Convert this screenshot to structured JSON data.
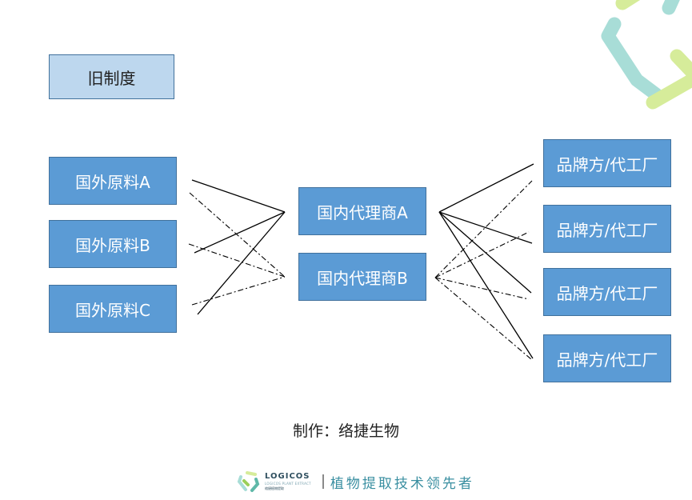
{
  "legend": {
    "label": "旧制度"
  },
  "suppliers": [
    {
      "label": "国外原料A"
    },
    {
      "label": "国外原料B"
    },
    {
      "label": "国外原料C"
    }
  ],
  "agents": [
    {
      "label": "国内代理商A"
    },
    {
      "label": "国内代理商B"
    }
  ],
  "brands": [
    {
      "label": "品牌方/代工厂"
    },
    {
      "label": "品牌方/代工厂"
    },
    {
      "label": "品牌方/代工厂"
    },
    {
      "label": "品牌方/代工厂"
    }
  ],
  "connections": {
    "solid": [
      [
        "国外原料A",
        "国内代理商A"
      ],
      [
        "国外原料B",
        "国内代理商A"
      ],
      [
        "国外原料C",
        "国内代理商A"
      ],
      [
        "国内代理商A",
        "品牌方/代工厂 1"
      ],
      [
        "国内代理商A",
        "品牌方/代工厂 2"
      ],
      [
        "国内代理商A",
        "品牌方/代工厂 3"
      ],
      [
        "国内代理商A",
        "品牌方/代工厂 4"
      ]
    ],
    "dash_dot": [
      [
        "国外原料A",
        "国内代理商B"
      ],
      [
        "国外原料B",
        "国内代理商B"
      ],
      [
        "国外原料C",
        "国内代理商B"
      ],
      [
        "国内代理商B",
        "品牌方/代工厂 1"
      ],
      [
        "国内代理商B",
        "品牌方/代工厂 2"
      ],
      [
        "国内代理商B",
        "品牌方/代工厂 3"
      ],
      [
        "国内代理商B",
        "品牌方/代工厂 4"
      ]
    ]
  },
  "credit": "制作：络捷生物",
  "footer": {
    "brand_name": "LOGICOS",
    "brand_sub": "LOGICOS PLANT EXTRACT",
    "brand_cn": "络捷植物提取",
    "slogan": "植物提取技术领先者"
  },
  "colors": {
    "box_fill": "#5b9bd5",
    "box_border": "#41719c",
    "legend_fill": "#bdd7ee",
    "deco_teal": "#a8ddd7",
    "deco_lime": "#d6ec9a",
    "slogan": "#3a8fa1"
  }
}
